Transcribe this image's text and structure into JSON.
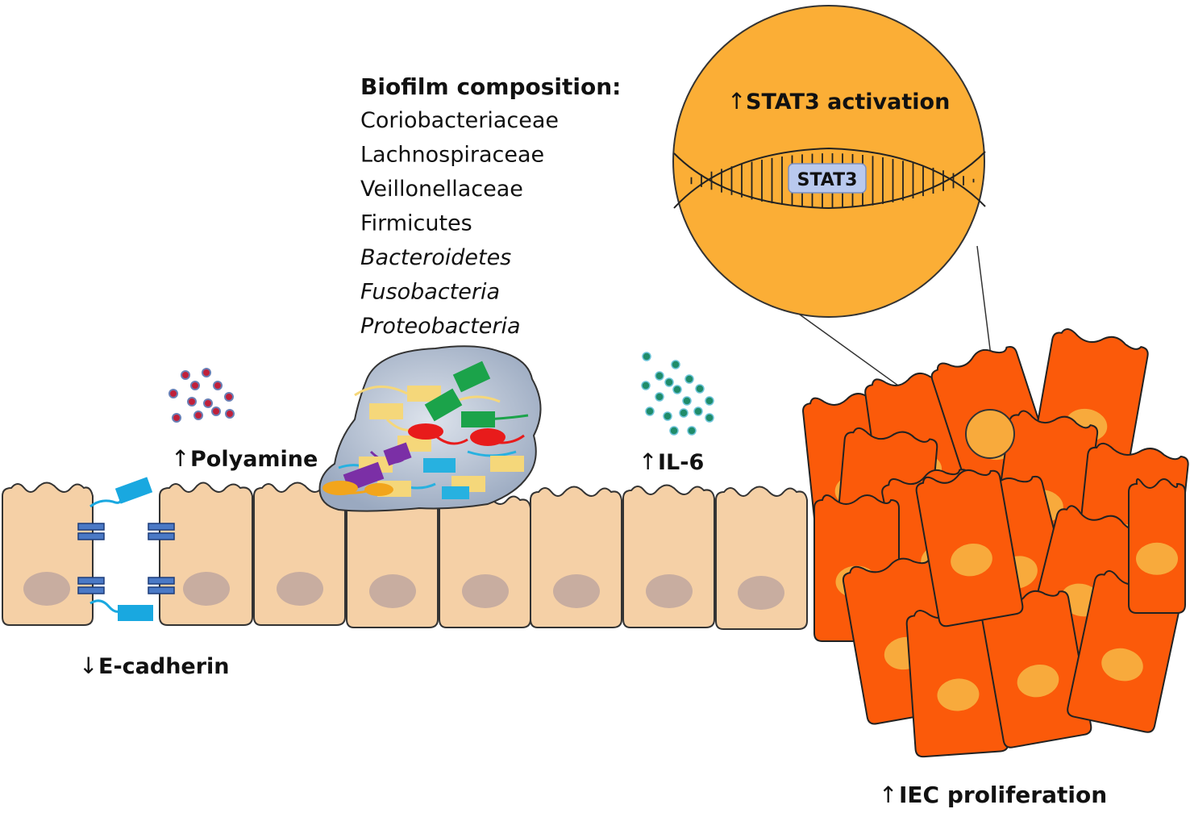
{
  "biofilm": {
    "title": "Biofilm composition:",
    "taxa": [
      {
        "name": "Coriobacteriaceae",
        "italic": false
      },
      {
        "name": "Lachnospiraceae",
        "italic": false
      },
      {
        "name": "Veillonellaceae",
        "italic": false
      },
      {
        "name": "Firmicutes",
        "italic": false
      },
      {
        "name": "Bacteroidetes",
        "italic": true
      },
      {
        "name": "Fusobacteria",
        "italic": true
      },
      {
        "name": "Proteobacteria",
        "italic": true
      }
    ]
  },
  "labels": {
    "polyamine": "Polyamine",
    "il6": "IL-6",
    "ecadherin": "E-cadherin",
    "stat3_activation": "STAT3 activation",
    "stat3_box": "STAT3",
    "iec": "IEC proliferation"
  },
  "arrows": {
    "polyamine": "up",
    "il6": "up",
    "ecadherin": "down",
    "stat3_activation": "up",
    "iec": "up"
  },
  "colors": {
    "normal_cell": "#f5d0a6",
    "nucleus": "#c8ada0",
    "tumor_cell": "#fb5a0a",
    "tumor_nucleus": "#f8aa3c",
    "zoom_circle": "#fbae36",
    "polyamine_dot": "#c0203a",
    "il6_dot": "#1f8c6a",
    "junction": "#4a79c6",
    "ecadherin": "#19a8e0",
    "biofilm_fill": "#a9b7cc",
    "stat3_box": "#b9c9ee"
  }
}
